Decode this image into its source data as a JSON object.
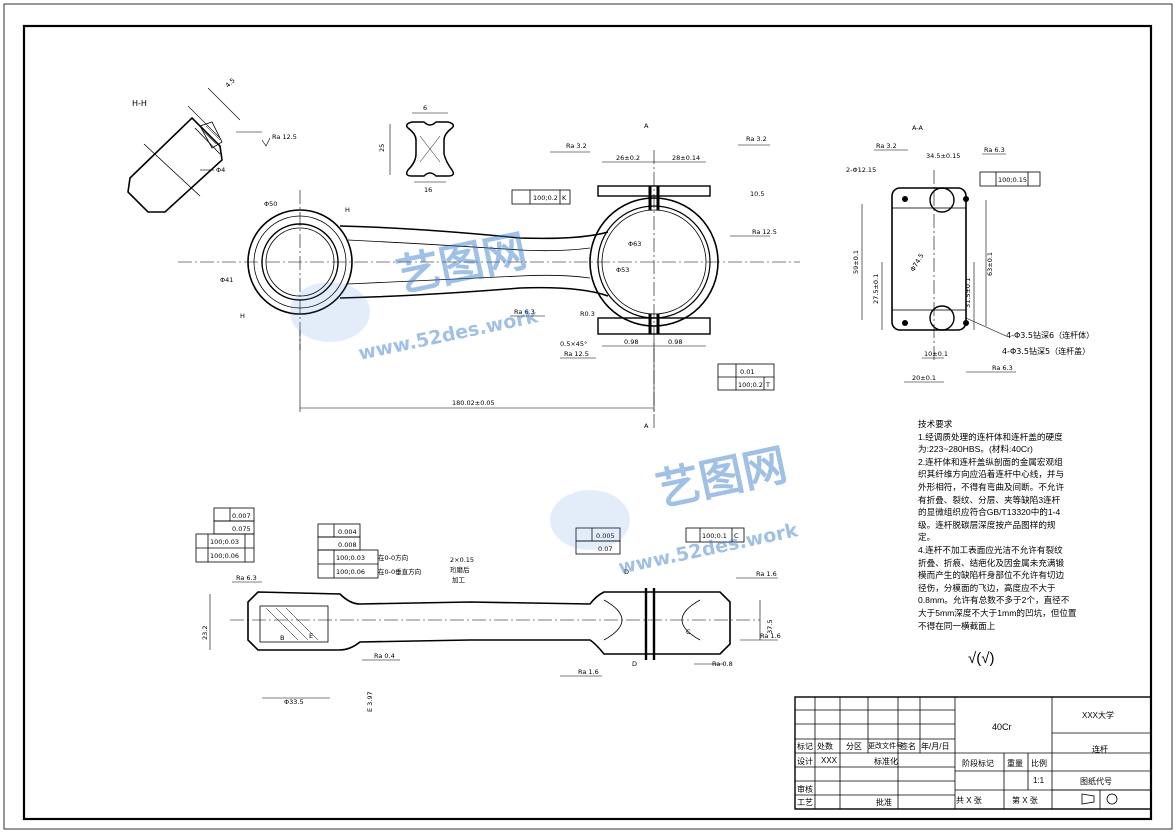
{
  "views": {
    "section_hh": "H-H",
    "section_aa": "A-A",
    "cut_a": "A",
    "cut_h": "H"
  },
  "dimensions": {
    "d1": "4.5",
    "d2": "Ra 12.5",
    "d3": "Φ4",
    "d4": "6",
    "d5": "25",
    "d6": "16",
    "d7": "Ra 3.2",
    "d8": "26±0.2",
    "d9": "28±0.14",
    "d10": "Ra 3.2",
    "d11": "Φ50",
    "d12": "100;0.2",
    "d13": "K",
    "d14": "10.5",
    "d15": "Ra 12.5",
    "d16": "Φ63",
    "d17": "Φ53",
    "d18": "Φ41",
    "d19": "Ra 6.3",
    "d20": "R0.3",
    "d21": "0.5×45°",
    "d22": "Ra 12.5",
    "d23": "0.98",
    "d24": "0.98",
    "d25": "0.01",
    "d26": "100;0.2",
    "d27": "T",
    "d28": "180.02±0.05",
    "d29": "Ra 3.2",
    "d30": "Ra 6.3",
    "d31": "2-Φ12.15",
    "d32": "34.5±0.15",
    "d33": "100;0.15",
    "d34": "59±0.1",
    "d35": "63±0.1",
    "d36": "27.5±0.1",
    "d37": "31.5±0.1",
    "d38": "Φ74.5",
    "d39": "10±0.1",
    "d40": "20±0.1",
    "d41": "Ra 6.3",
    "d42": "4-Φ3.5钻深6（连杆体）",
    "d43": "4-Φ3.5钻深5（连杆盖）",
    "d44": "0.007",
    "d45": "0.075",
    "d46": "100;0.03",
    "d47": "100;0.06",
    "d48": "0.004",
    "d49": "0.008",
    "d50": "100;0.03",
    "d51": "100;0.06",
    "d52": "在0-0方向",
    "d53": "在0-0垂直方向",
    "d54": "2×0.15",
    "d55": "珩磨后",
    "d56": "加工",
    "d57": "0.005",
    "d58": "0.07",
    "d59": "100;0.1",
    "d60": "C",
    "d61": "Ra 6.3",
    "d62": "Ra 1.6",
    "d63": "Ra 1.6",
    "d64": "Ra 0.4",
    "d65": "Ra 1.6",
    "d66": "Ra 0.8",
    "d67": "23.2",
    "d68": "Φ33.5",
    "d69": "E 3.97",
    "d70": "37.5",
    "d71": "B",
    "d72": "E",
    "d73": "D",
    "d74": "C",
    "d75": "D"
  },
  "notes": {
    "title": "技术要求",
    "lines": [
      "1.经调质处理的连杆体和连杆盖的硬度",
      "为:223~280HBS。(材料:40Cr)",
      "2.连杆体和连杆盖纵剖面的金属宏观组",
      "织其纤维方向应沿着连杆中心线，并与",
      "外形相符，不得有弯曲及间断。不允许",
      "有折叠、裂纹、分层、夹等缺陷3连杆",
      "的显微组织应符合GB/T13320中的1-4",
      "级。连杆脱碳层深度按产品图样的规",
      "定。",
      "4.连杆不加工表面应光洁不允许有裂纹",
      "折叠、折痕、结疤化及因金属未充满锻",
      "模而产生的缺陷杆身部位不允许有切边",
      "径伤，分模面的飞边，高度应不大于",
      "0.8mm。允许有总数不多于2个，直径不",
      "大于5mm深度不大于1mm的凹坑，但位置",
      "不得在同一横截面上"
    ],
    "roughness_other": "√(√)"
  },
  "title_block": {
    "material": "40Cr",
    "school": "XXX大学",
    "part_name": "连杆",
    "drawing_no_label": "图纸代号",
    "stage_label": "阶段标记",
    "weight_label": "重量",
    "scale_label": "比例",
    "scale": "1:1",
    "sheet_total": "共 X 张",
    "sheet_no": "第 X 张",
    "mark_label": "标记",
    "qty_label": "处数",
    "zone_label": "分区",
    "change_doc_label": "更改文件号",
    "sign_label": "签名",
    "date_label": "年/月/日",
    "design_label": "设计",
    "designer": "XXX",
    "standard_label": "标准化",
    "check_label": "审核",
    "process_label": "工艺",
    "approve_label": "批准"
  },
  "watermark": {
    "brand": "艺图网",
    "url": "www.52des.work"
  }
}
